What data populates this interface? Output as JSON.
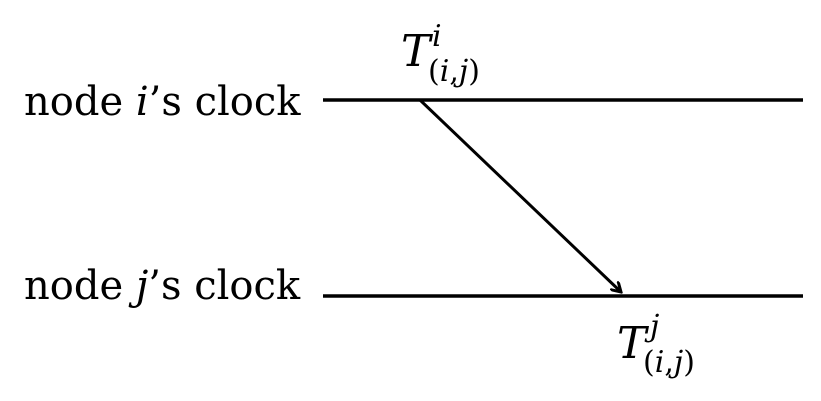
{
  "rows": [
    {
      "prefix": "node ",
      "var": "i",
      "suffix": "’s clock"
    },
    {
      "prefix": "node ",
      "var": "j",
      "suffix": "’s clock"
    }
  ],
  "send_timestamp": {
    "base": "T",
    "sup": "i",
    "sub_open": "(",
    "sub_a": "i",
    "sub_comma": ",",
    "sub_b": "j",
    "sub_close": ")"
  },
  "receive_timestamp": {
    "base": "T",
    "sup": "j",
    "sub_open": "(",
    "sub_a": "i",
    "sub_comma": ",",
    "sub_b": "j",
    "sub_close": ")"
  }
}
